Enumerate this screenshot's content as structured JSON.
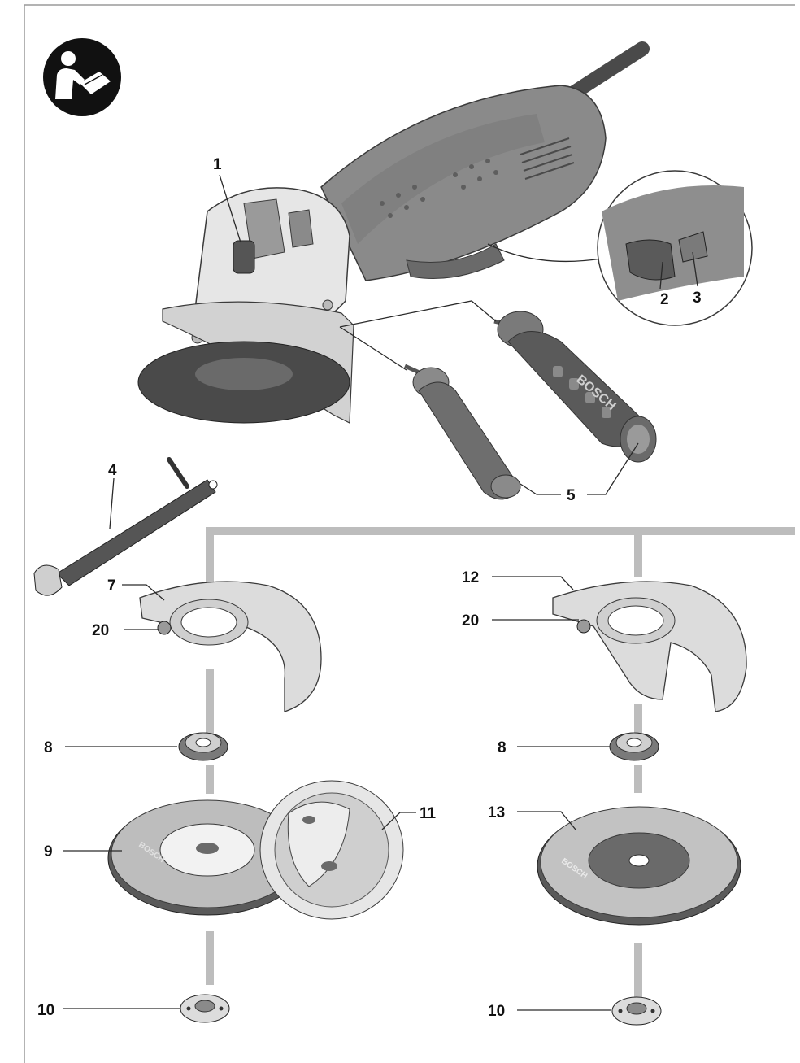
{
  "brand_text": "BOSCH",
  "icon": "read-manual-icon",
  "colors": {
    "body": "#8a8a8a",
    "body_dark": "#6e6e6e",
    "grip": "#5a5a5a",
    "head": "#e6e6e6",
    "guard": "#dcdcdc",
    "disc": "#b8b8b8",
    "disc_dark": "#3a3a3a",
    "rail": "#bdbdbd",
    "ink": "#111111"
  },
  "labels": {
    "l1": "1",
    "l2": "2",
    "l3": "3",
    "l4": "4",
    "l5": "5",
    "l7": "7",
    "l8a": "8",
    "l8b": "8",
    "l9": "9",
    "l10a": "10",
    "l10b": "10",
    "l11": "11",
    "l12": "12",
    "l13": "13",
    "l20a": "20",
    "l20b": "20"
  }
}
